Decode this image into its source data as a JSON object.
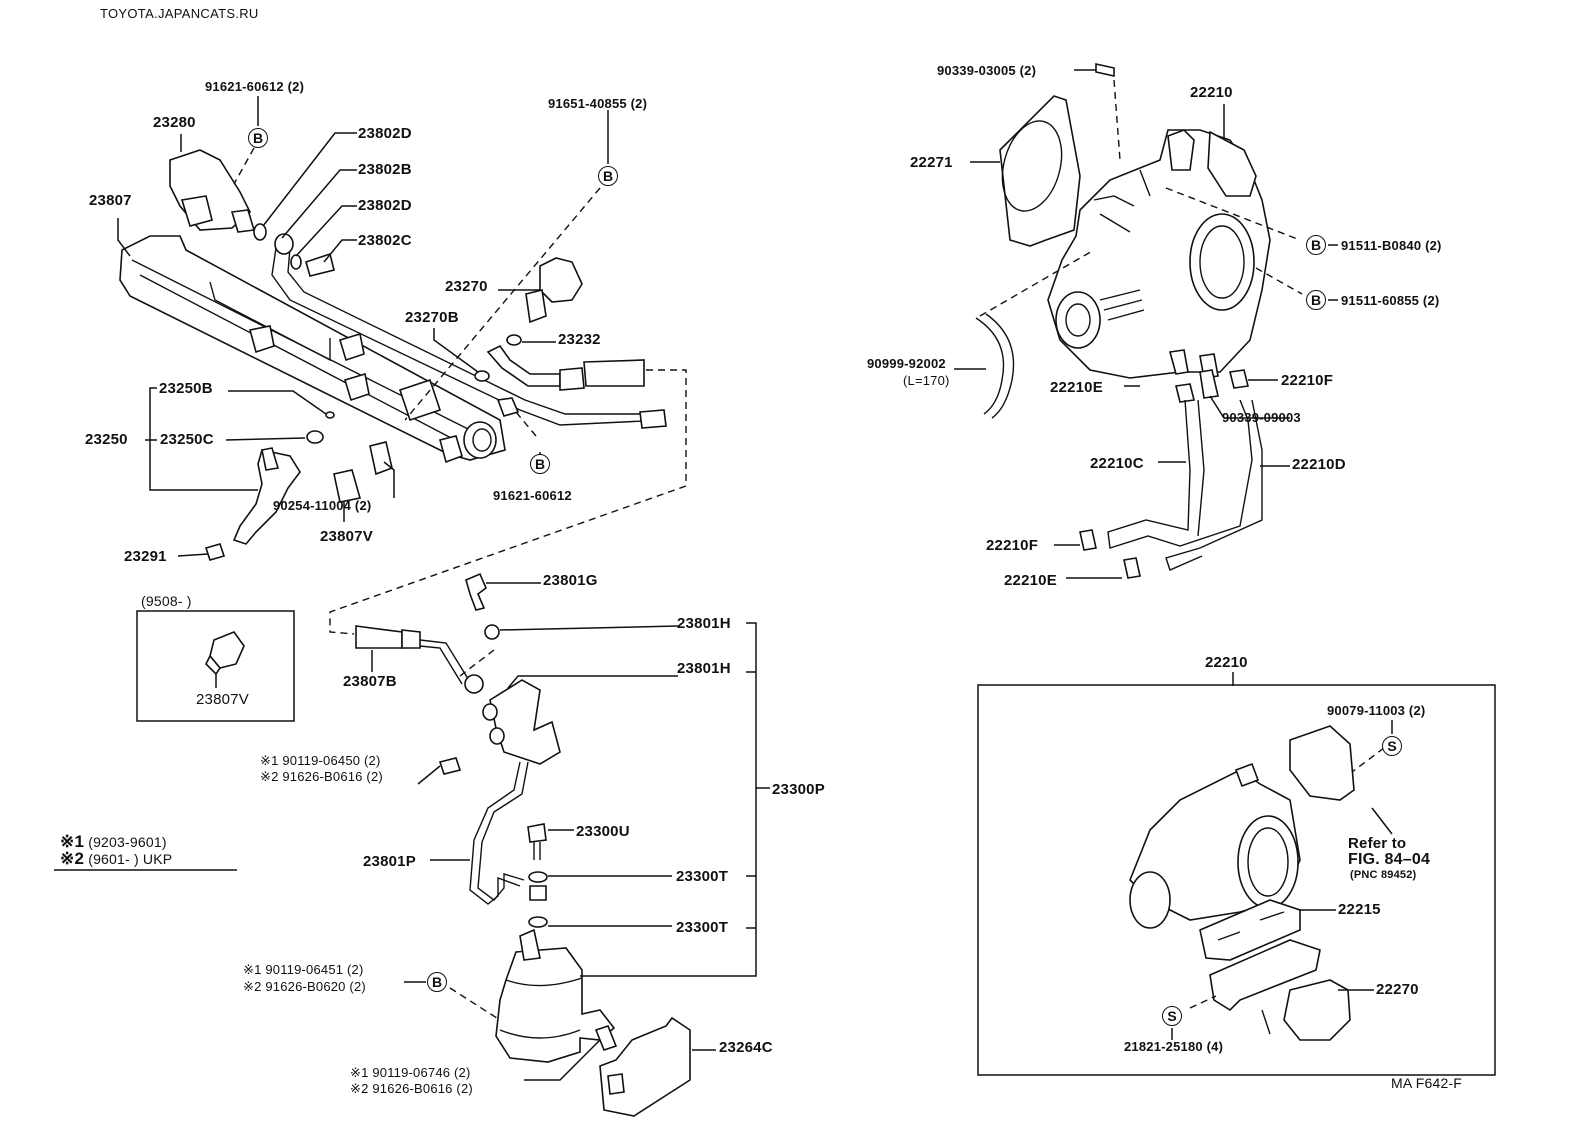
{
  "site": "TOYOTA.JAPANCATS.RU",
  "figure_code": "MA F642-F",
  "markers": {
    "bolt": "B",
    "screw": "S"
  },
  "labels": {
    "p91621_60612_top": "91621-60612 (2)",
    "p23280": "23280",
    "p23802D_1": "23802D",
    "p23802B": "23802B",
    "p23802D_2": "23802D",
    "p23802C": "23802C",
    "p91651_40855": "91651-40855 (2)",
    "p23807": "23807",
    "p23270": "23270",
    "p23270B": "23270B",
    "p23232": "23232",
    "p23250B": "23250B",
    "p23250": "23250",
    "p23250C": "23250C",
    "p90254_11004": "90254-11004 (2)",
    "p91621_60612_bot": "91621-60612",
    "p23807V": "23807V",
    "p23291": "23291",
    "inset_range": "(9508-        )",
    "inset_23807V": "23807V",
    "p23801G": "23801G",
    "p23801H_1": "23801H",
    "p23801H_2": "23801H",
    "p23807B": "23807B",
    "p23300P": "23300P",
    "p23300U": "23300U",
    "p23801P": "23801P",
    "p23300T_1": "23300T",
    "p23300T_2": "23300T",
    "p23264C": "23264C",
    "p90339_03005": "90339-03005 (2)",
    "p22210_top": "22210",
    "p22271": "22271",
    "p91511_B0840": "91511-B0840 (2)",
    "p91511_60855": "91511-60855 (2)",
    "p90999_92002": "90999-92002",
    "p90999_len": "(L=170)",
    "p22210E_1": "22210E",
    "p22210F_1": "22210F",
    "p90339_09003": "90339-09003",
    "p22210C": "22210C",
    "p22210D": "22210D",
    "p22210F_2": "22210F",
    "p22210E_2": "22210E",
    "p22210_box": "22210",
    "p90079_11003": "90079-11003 (2)",
    "refer_to": "Refer to",
    "refer_fig": "FIG. 84–04",
    "refer_pnc": "(PNC 89452)",
    "p22215": "22215",
    "p22270": "22270",
    "p21821_25180": "21821-25180 (4)"
  },
  "variant_notes": [
    {
      "mark": "※1",
      "part": "90119-06450 (2)"
    },
    {
      "mark": "※2",
      "part": "91626-B0616 (2)"
    },
    {
      "mark": "※1",
      "part": "90119-06451 (2)"
    },
    {
      "mark": "※2",
      "part": "91626-B0620 (2)"
    },
    {
      "mark": "※1",
      "part": "90119-06746 (2)"
    },
    {
      "mark": "※2",
      "part": "91626-B0616 (2)"
    }
  ],
  "legend": [
    {
      "mark": "※1",
      "range": "(9203-9601)",
      "suffix": ""
    },
    {
      "mark": "※2",
      "range": "(9601-        )",
      "suffix": "UKP"
    }
  ]
}
